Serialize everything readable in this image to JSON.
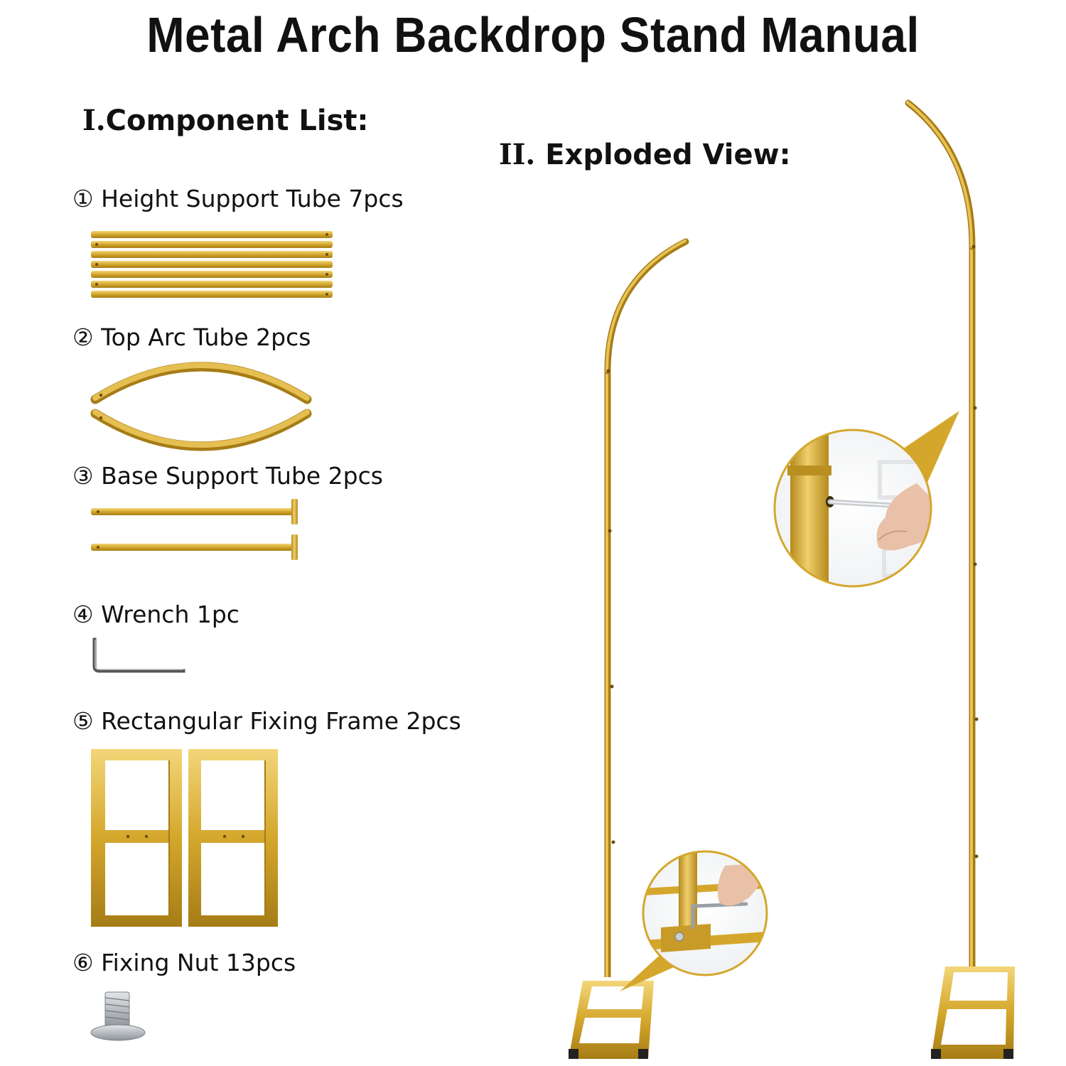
{
  "title": "Metal Arch Backdrop Stand Manual",
  "sections": {
    "components": {
      "roman": "I.",
      "label": "Component List:"
    },
    "exploded": {
      "roman": "II.",
      "label": " Exploded View:"
    }
  },
  "components": [
    {
      "num": "①",
      "label": "Height Support Tube 7pcs"
    },
    {
      "num": "②",
      "label": "Top Arc Tube 2pcs"
    },
    {
      "num": "③",
      "label": "Base Support Tube 2pcs"
    },
    {
      "num": "④",
      "label": "Wrench 1pc"
    },
    {
      "num": "⑤",
      "label": "Rectangular Fixing Frame 2pcs"
    },
    {
      "num": "⑥",
      "label": "Fixing Nut 13pcs"
    }
  ],
  "colors": {
    "gold": "#d4a72c",
    "gold_light": "#ecc65a",
    "gold_dark": "#a67c16",
    "steel": "#9aa0a6",
    "skin": "#e8c1a8"
  }
}
